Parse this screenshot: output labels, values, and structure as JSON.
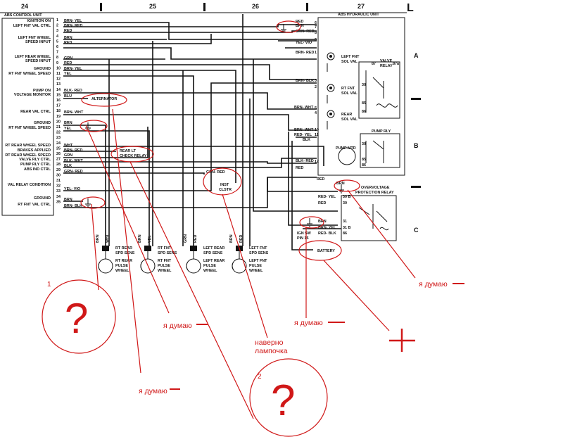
{
  "sections": {
    "s24": "24",
    "s25": "25",
    "s26": "26",
    "s27": "27",
    "corner": "L"
  },
  "left_unit": {
    "title": "ABS CONTROL UNIT",
    "labels": [
      "IGNITION ON",
      "LEFT FNT VAL CTRL",
      "LEFT FNT WHEEL",
      "SPEED INPUT",
      "LEFT REAR WHEEL",
      "SPEED INPUT",
      "GROUND",
      "RT FNT WHEEL SPEED",
      "PUMP ON",
      "VOLTAGE MONITOR",
      "REAR VAL CTRL",
      "GROUND",
      "RT FNT WHEEL SPEED",
      "RT REAR WHEEL SPEED",
      "BRAKES APPLIED",
      "RT REAR WHEEL SPEED",
      "VALVE RLY CTRL",
      "PUMP RLY CTRL",
      "ABS IND CTRL",
      "VAL RELAY CONDITION",
      "GROUND",
      "RT FNT VAL CTRL"
    ],
    "pins": [
      "1",
      "2",
      "3",
      "4",
      "5",
      "6",
      "7",
      "8",
      "9",
      "10",
      "11",
      "12",
      "13",
      "14",
      "15",
      "16",
      "17",
      "18",
      "19",
      "20",
      "21",
      "22",
      "23",
      "24",
      "25",
      "26",
      "27",
      "28",
      "29",
      "30",
      "31",
      "32",
      "33",
      "34",
      "35"
    ]
  },
  "wires_left": [
    "BRN- YEL",
    "BRN- RED",
    "RED",
    "BRN",
    "RED",
    "GRN",
    "RED",
    "BRN- YEL",
    "YEL",
    "BLK- RED",
    "BLU",
    "BRN- WHT",
    "BRN",
    "YEL",
    "WHT",
    "BRN- RED",
    "GRN",
    "BLK- WHT",
    "BLK",
    "GRN- RED",
    "YEL- VIO",
    "BRN",
    "BRN- BLK"
  ],
  "components": {
    "alternator": "ALTERNATOR",
    "rear_lt_check": [
      "REAR LT",
      "CHECK RELAY"
    ],
    "inst_clstr": [
      "INST",
      "CLSTR"
    ],
    "grn_red": "GRN- RED",
    "battery": "BATTERY",
    "ign_sw": [
      "IGN SW",
      "PIN 15"
    ]
  },
  "sensors": [
    {
      "title": [
        "RT REAR",
        "SPD SENS"
      ],
      "wheel": [
        "RT REAR",
        "PULSE",
        "WHEEL"
      ],
      "wires": [
        "BRN",
        "WHT"
      ]
    },
    {
      "title": [
        "RT FNT",
        "SPD SENS"
      ],
      "wheel": [
        "RT FNT",
        "PULSE",
        "WHEEL"
      ],
      "wires": [
        "BRN",
        "YEL"
      ]
    },
    {
      "title": [
        "LEFT REAR",
        "SPD SENS"
      ],
      "wheel": [
        "LEFT REAR",
        "PULSE",
        "WHEEL"
      ],
      "wires": [
        "GRN",
        "RED"
      ]
    },
    {
      "title": [
        "LEFT FNT",
        "SPD SENS"
      ],
      "wheel": [
        "LEFT FNT",
        "PULSE",
        "WHEEL"
      ],
      "wires": [
        "BRN",
        "RED"
      ]
    }
  ],
  "hydraulic_unit": {
    "title": "ABS HYDRAULIC UNIT",
    "valves": [
      [
        "LEFT FNT",
        "SOL VAL"
      ],
      [
        "RT FNT",
        "SOL VAL"
      ],
      [
        "REAR",
        "SOL VAL"
      ]
    ],
    "valve_relay": [
      "VALVE",
      "RELAY"
    ],
    "pump_rly": "PUMP RLY",
    "pump_mtr": "PUMP MTR",
    "wires": [
      "RED",
      "BRN",
      "GRN- RED",
      "YEL- VIO",
      "BRN- RED",
      "BRN- BLK",
      "BRN- WHT",
      "BRN- WHT",
      "RED- YEL",
      "BLK",
      "BLK- RED",
      "RED",
      "RED",
      "BRN"
    ],
    "pins": [
      "6",
      "7",
      "8",
      "9",
      "1",
      "3",
      "2",
      "5",
      "4",
      "10",
      "11",
      "12",
      "87",
      "30",
      "85",
      "86",
      "87a",
      "30",
      "85",
      "86"
    ]
  },
  "overvoltage": {
    "title": [
      "OVERVOLTAGE",
      "PROTECTION RELAY"
    ],
    "wires": [
      "RED- YEL",
      "RED",
      "BRN",
      "BRN- YEL",
      "RED- BLK"
    ],
    "pins": [
      "30 B",
      "30",
      "31",
      "31 B",
      "86"
    ]
  },
  "zones": [
    "A",
    "B",
    "C"
  ],
  "annotations": {
    "num1": "1",
    "num2": "2",
    "q1": "?",
    "q2": "?",
    "think": "я думаю",
    "probably_lamp": [
      "наверно",
      "лампочка"
    ]
  },
  "colors": {
    "ink": "#111111",
    "marker": "#d01818",
    "background": "#ffffff"
  }
}
